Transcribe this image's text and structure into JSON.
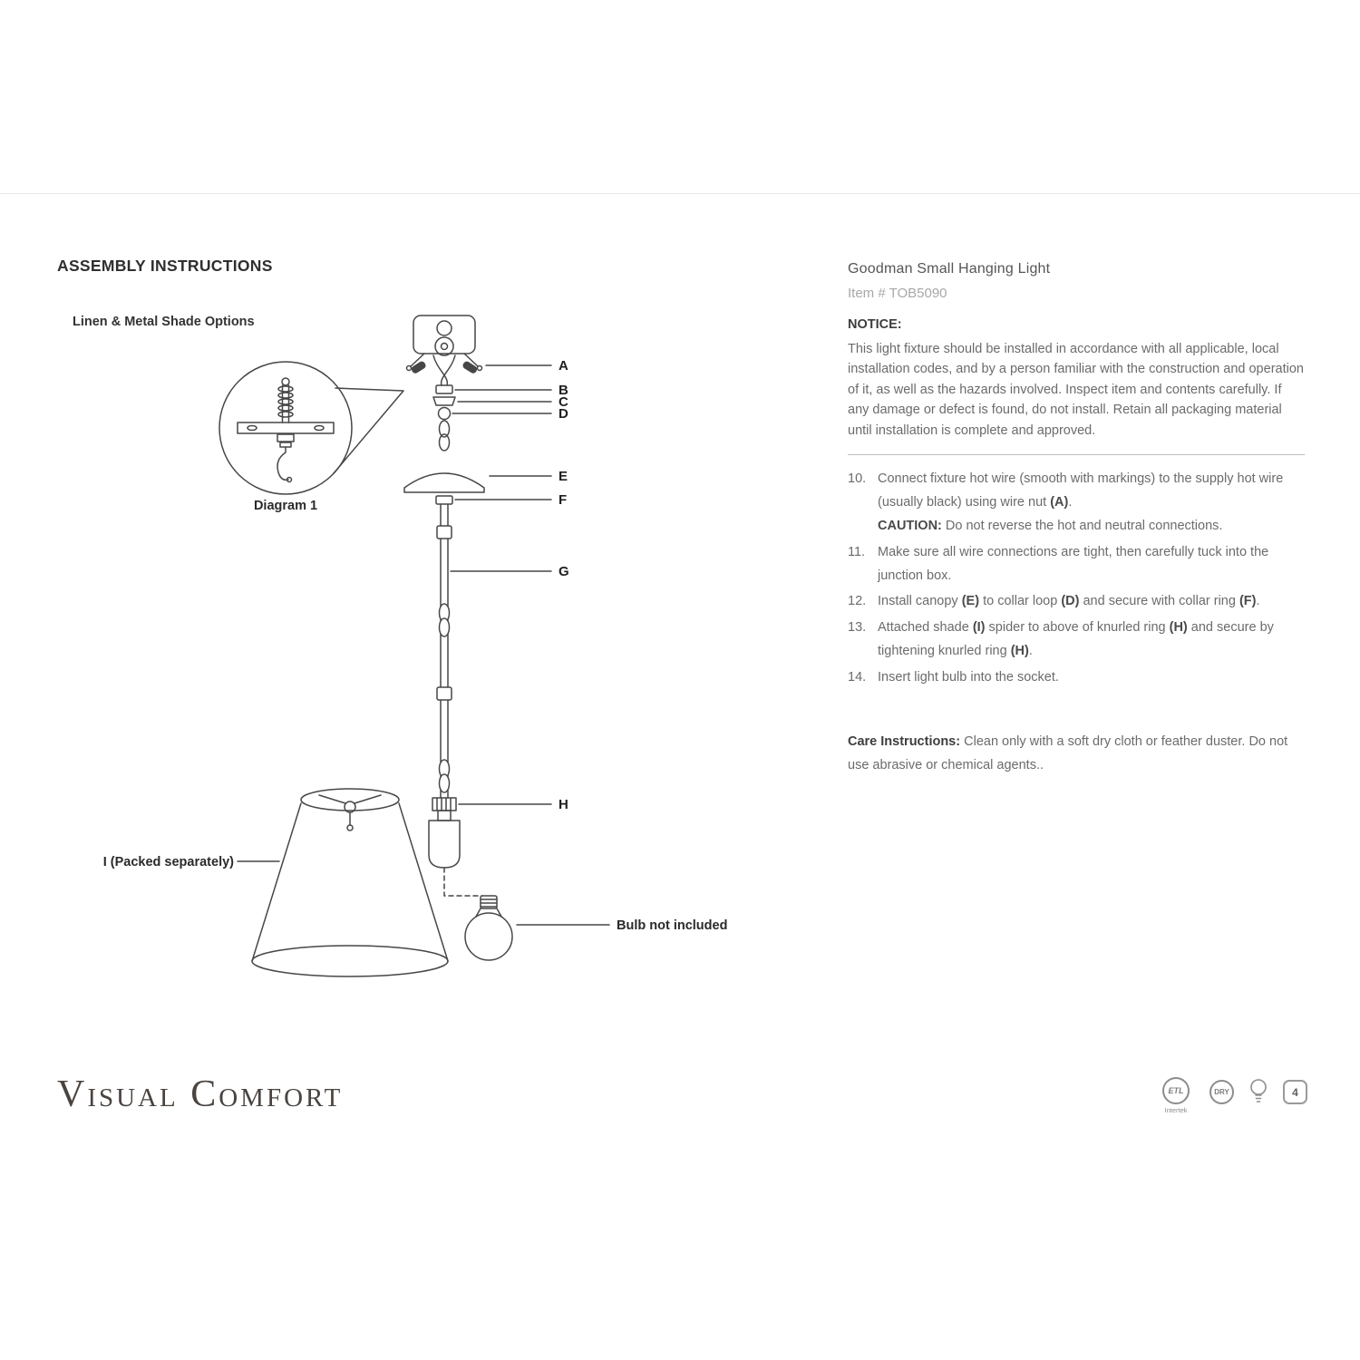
{
  "header": {
    "assembly_title": "ASSEMBLY INSTRUCTIONS",
    "shade_options": "Linen & Metal Shade Options"
  },
  "diagram": {
    "callouts": [
      "A",
      "B",
      "C",
      "D",
      "E",
      "F",
      "G",
      "H"
    ],
    "diagram1_label": "Diagram 1",
    "packed_label": "I (Packed separately)",
    "bulb_note": "Bulb not included"
  },
  "product": {
    "name": "Goodman Small Hanging Light",
    "item_number": "Item # TOB5090"
  },
  "notice": {
    "heading": "NOTICE:",
    "body": "This light fixture should be installed in accordance with all applicable, local installation codes, and by a person familiar with the construction and operation of it, as well as the hazards involved. Inspect item and contents carefully. If any damage or defect is found, do not install. Retain all packaging material until installation is complete and approved."
  },
  "steps": [
    {
      "num": "10.",
      "lines": [
        [
          {
            "t": "Connect fixture hot wire (smooth with markings) to the supply hot wire (usually black) using wire nut "
          },
          {
            "t": "(A)",
            "b": true
          },
          {
            "t": "."
          }
        ],
        [
          {
            "t": "CAUTION:",
            "b": true
          },
          {
            "t": " Do not reverse the hot and neutral connections."
          }
        ]
      ]
    },
    {
      "num": "11.",
      "lines": [
        [
          {
            "t": "Make sure all wire connections are tight, then carefully tuck into the junction box."
          }
        ]
      ]
    },
    {
      "num": "12.",
      "lines": [
        [
          {
            "t": "Install canopy "
          },
          {
            "t": "(E)",
            "b": true
          },
          {
            "t": " to collar loop "
          },
          {
            "t": "(D)",
            "b": true
          },
          {
            "t": " and secure with collar ring "
          },
          {
            "t": "(F)",
            "b": true
          },
          {
            "t": "."
          }
        ]
      ]
    },
    {
      "num": "13.",
      "lines": [
        [
          {
            "t": "Attached shade "
          },
          {
            "t": "(I)",
            "b": true
          },
          {
            "t": " spider to above of knurled ring "
          },
          {
            "t": "(H)",
            "b": true
          },
          {
            "t": " and secure by tightening knurled ring "
          },
          {
            "t": "(H)",
            "b": true
          },
          {
            "t": "."
          }
        ]
      ]
    },
    {
      "num": "14.",
      "lines": [
        [
          {
            "t": "Insert light bulb into the socket."
          }
        ]
      ]
    }
  ],
  "care": {
    "label": "Care Instructions:",
    "text": " Clean only with a soft dry cloth or feather duster. Do not use abrasive or chemical agents.."
  },
  "footer": {
    "logo_text": "Visual Comfort",
    "badges": {
      "etl_top": "ETL",
      "etl_sub": "Intertek",
      "dry": "DRY",
      "count": "4"
    }
  }
}
